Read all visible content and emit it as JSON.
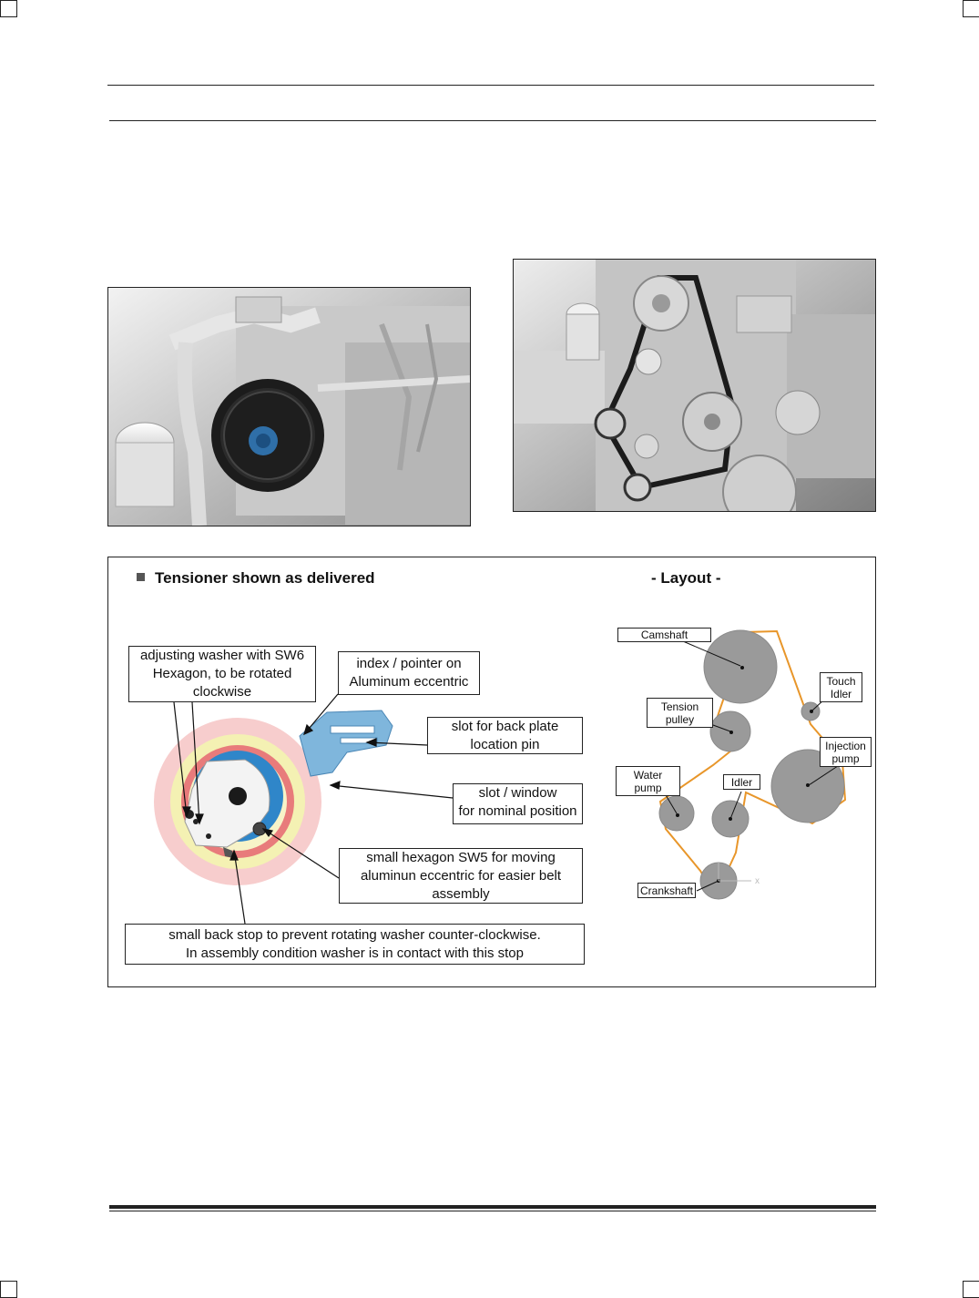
{
  "figure": {
    "title": "Tensioner shown as delivered",
    "layout_title": "- Layout -",
    "callouts": {
      "adjusting_washer": [
        "adjusting washer with SW6",
        "Hexagon, to be rotated",
        "clockwise"
      ],
      "index_pointer": [
        "index / pointer on",
        "Aluminum eccentric"
      ],
      "slot_back_plate": [
        "slot for back plate",
        "location pin"
      ],
      "slot_window": [
        "slot / window",
        "for nominal position"
      ],
      "small_hexagon": [
        "small hexagon SW5 for moving",
        "aluminun eccentric for easier belt",
        "assembly"
      ],
      "back_stop": [
        "small back stop to prevent rotating washer counter-clockwise.",
        "In assembly condition washer is in contact with this stop"
      ]
    },
    "layout_labels": {
      "camshaft": [
        "Camshaft"
      ],
      "touch_idler": [
        "Touch",
        "Idler"
      ],
      "tension_pulley": [
        "Tension",
        "pulley"
      ],
      "injection_pump": [
        "Injection",
        "pump"
      ],
      "water_pump": [
        "Water",
        "pump"
      ],
      "idler": [
        "Idler"
      ],
      "crankshaft": [
        "Crankshaft"
      ]
    },
    "axis_x": "x"
  },
  "colors": {
    "belt": "#e8962a",
    "pulley": "#9a9a9a",
    "tensioner_blue": "#5a9fd0",
    "ring_yellow": "#f5f0a0",
    "ring_red": "#e86a6a",
    "ring_pink": "#f6c7c7"
  }
}
